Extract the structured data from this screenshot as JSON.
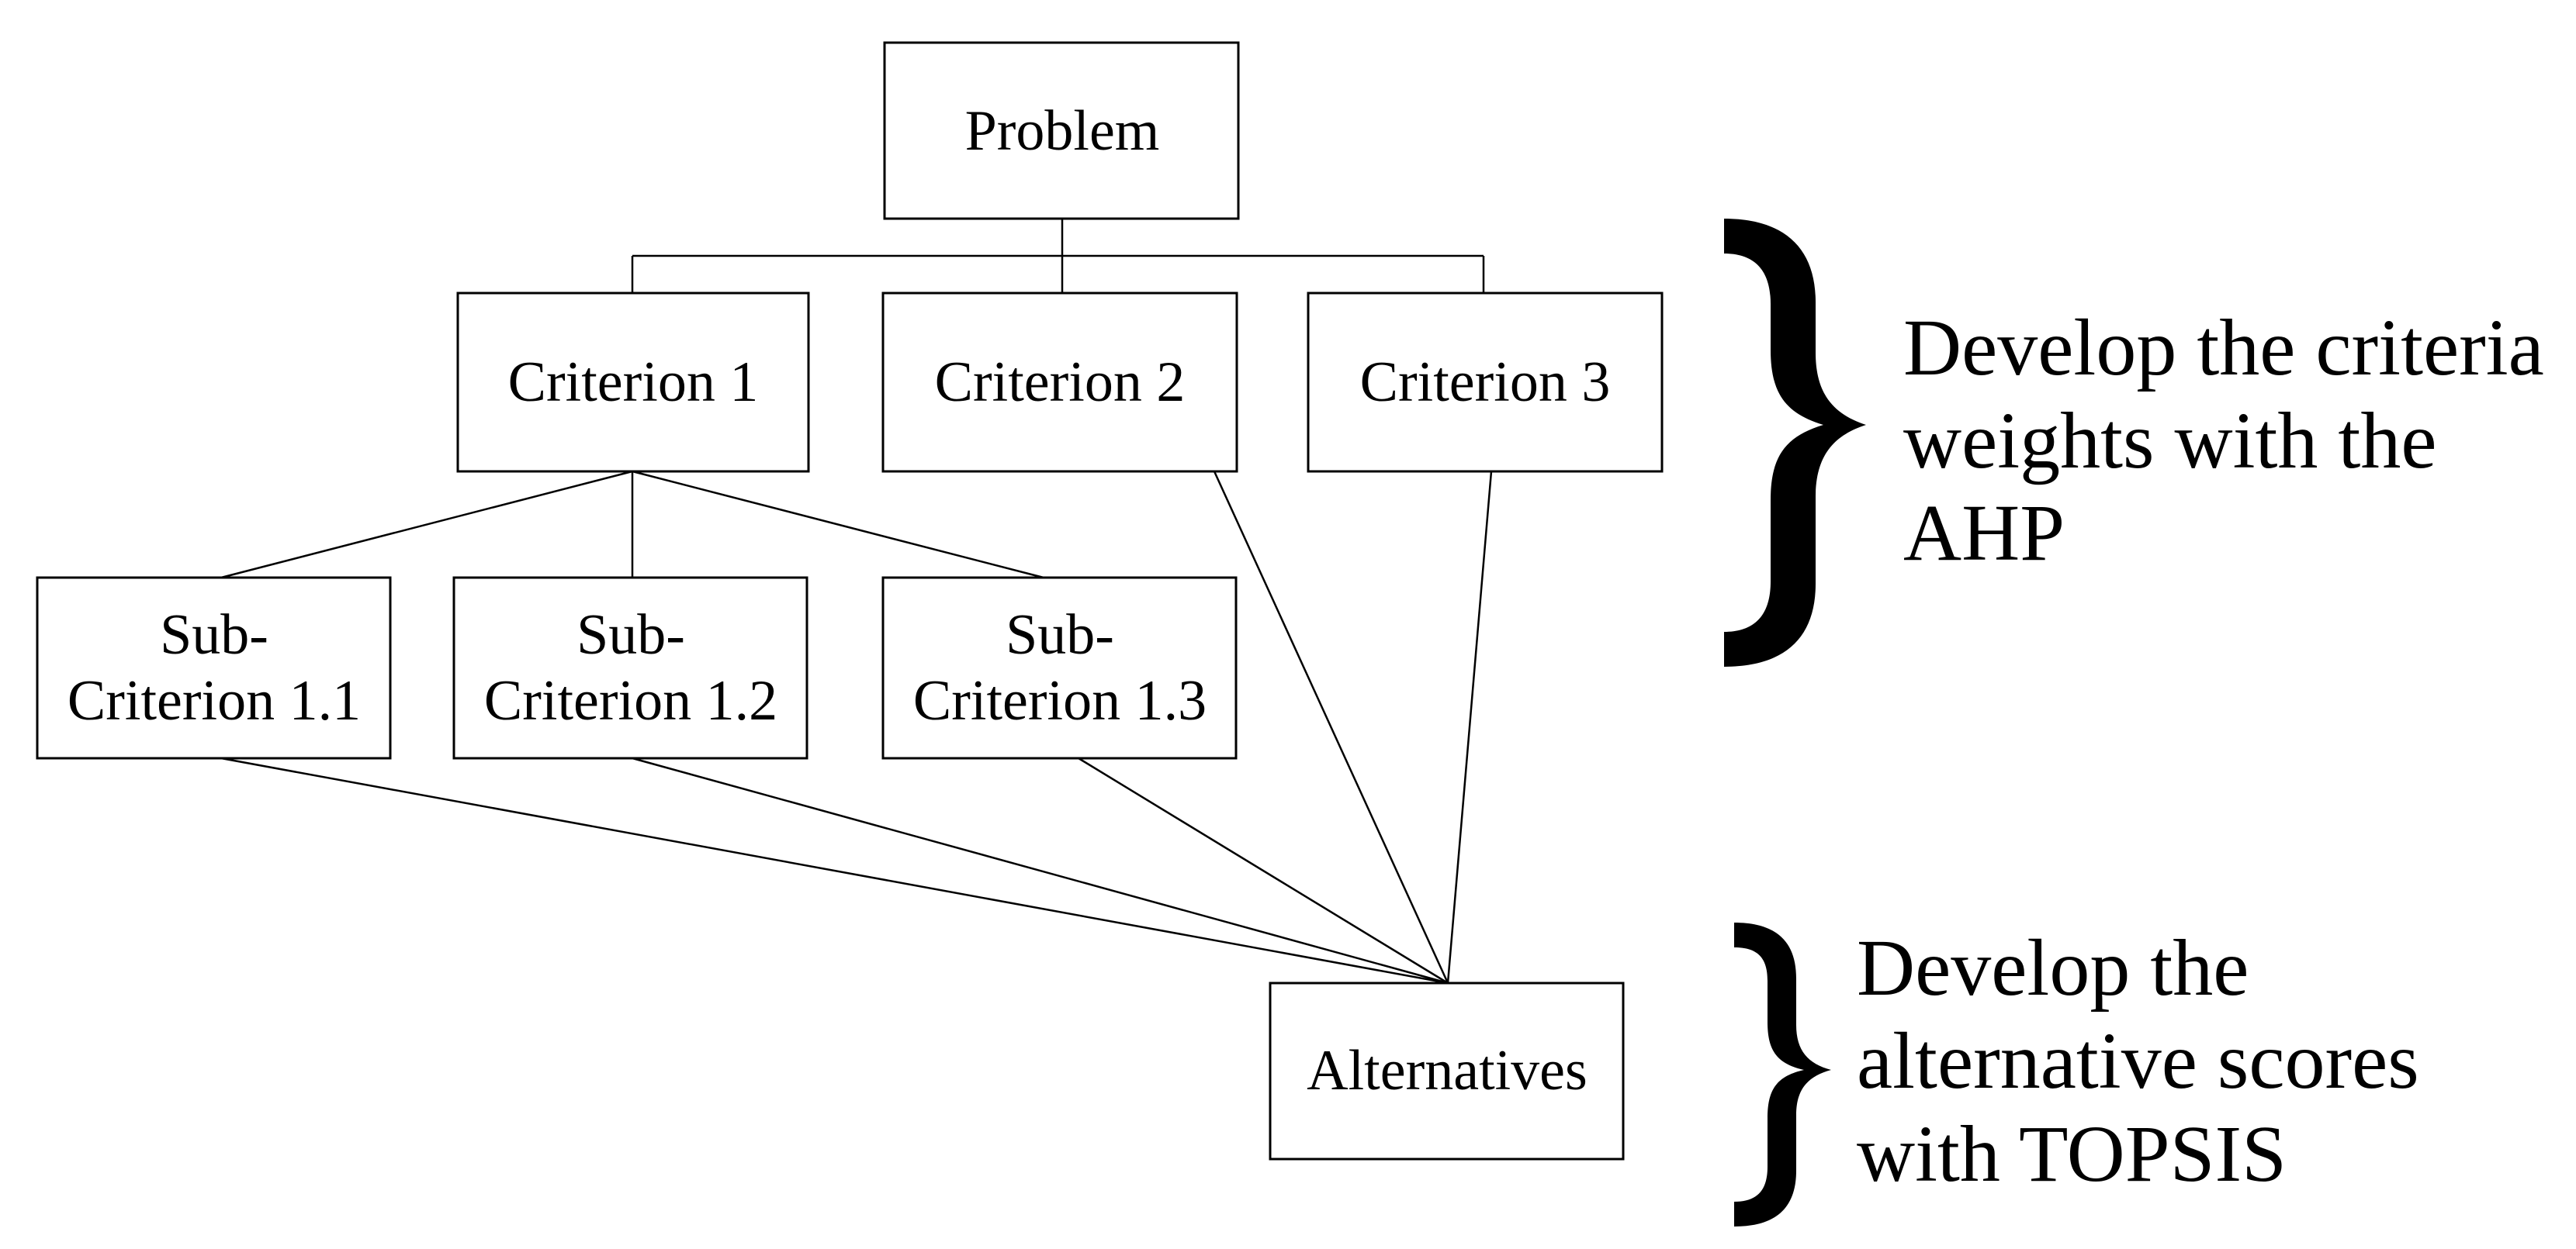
{
  "diagram": {
    "nodes": {
      "problem": [
        "Problem"
      ],
      "criterion1": [
        "Criterion 1"
      ],
      "criterion2": [
        "Criterion 2"
      ],
      "criterion3": [
        "Criterion 3"
      ],
      "sub11": [
        "Sub-",
        "Criterion 1.1"
      ],
      "sub12": [
        "Sub-",
        "Criterion 1.2"
      ],
      "sub13": [
        "Sub-",
        "Criterion 1.3"
      ],
      "alternatives": [
        "Alternatives"
      ]
    },
    "edges": [
      [
        "problem",
        "criterion1"
      ],
      [
        "problem",
        "criterion2"
      ],
      [
        "problem",
        "criterion3"
      ],
      [
        "criterion1",
        "sub11"
      ],
      [
        "criterion1",
        "sub12"
      ],
      [
        "criterion1",
        "sub13"
      ],
      [
        "sub11",
        "alternatives"
      ],
      [
        "sub12",
        "alternatives"
      ],
      [
        "sub13",
        "alternatives"
      ],
      [
        "criterion2",
        "alternatives"
      ],
      [
        "criterion3",
        "alternatives"
      ]
    ],
    "annotations": {
      "ahp": [
        "Develop the criteria",
        "weights with the",
        "AHP"
      ],
      "topsis": [
        "Develop the",
        "alternative scores",
        "with TOPSIS"
      ]
    }
  }
}
